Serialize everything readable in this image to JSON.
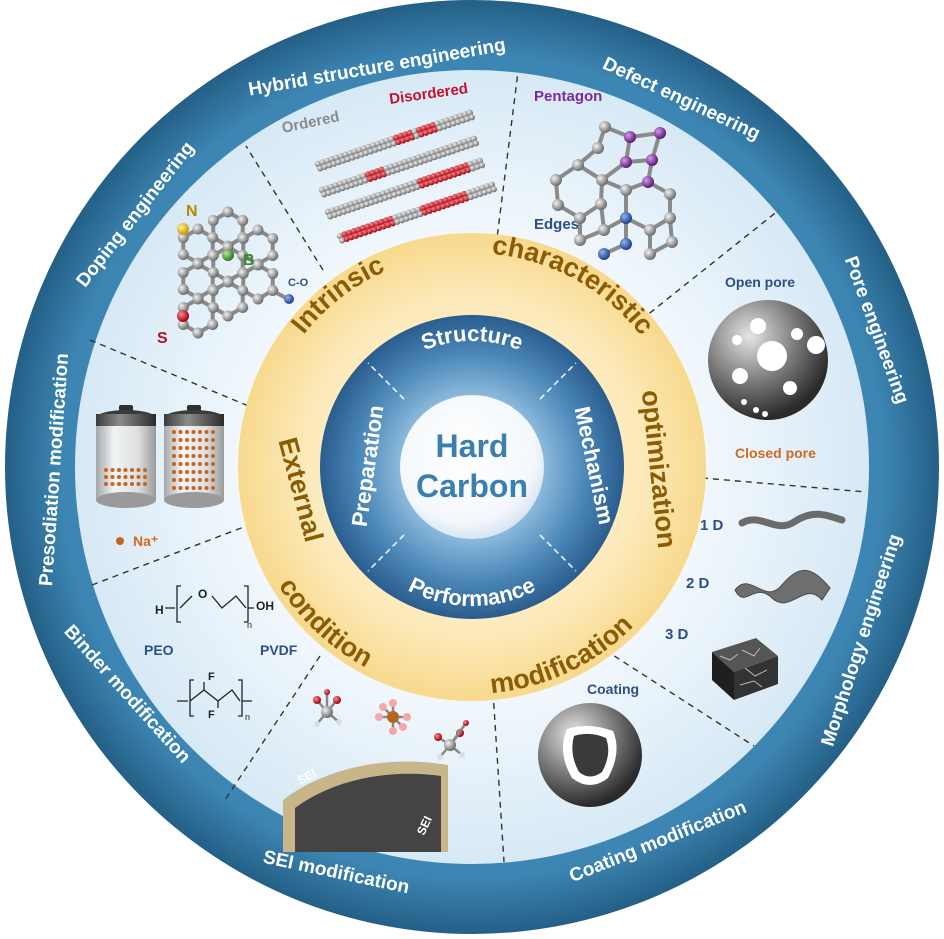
{
  "center": {
    "line1": "Hard",
    "line2": "Carbon"
  },
  "inner_ring": {
    "structure": "Structure",
    "mechanism": "Mechanism",
    "performance": "Performance",
    "preparation": "Preparation"
  },
  "middle_ring": {
    "intrinsic": "Intrinsic",
    "characteristic": "characteristic",
    "optimization": "optimization",
    "external": "External",
    "condition": "condition",
    "modification": "modification"
  },
  "outer_ring": {
    "hybrid": "Hybrid structure engineering",
    "defect": "Defect engineering",
    "pore": "Pore engineering",
    "morphology": "Morphology engineering",
    "coating": "Coating modification",
    "sei": "SEI modification",
    "binder": "Binder modification",
    "presodiation": "Presodiation modification",
    "doping": "Doping engineering"
  },
  "sectors": {
    "hybrid": {
      "ordered": "Ordered",
      "disordered": "Disordered"
    },
    "defect": {
      "pentagon": "Pentagon",
      "edges": "Edges"
    },
    "pore": {
      "open": "Open pore",
      "closed": "Closed pore"
    },
    "morphology": {
      "d1": "1 D",
      "d2": "2 D",
      "d3": "3 D"
    },
    "coating": {
      "label": "Coating"
    },
    "sei": {
      "sei1": "SEI",
      "sei2": "SEI"
    },
    "binder": {
      "peo": "PEO",
      "pvdf": "PVDF",
      "h": "H",
      "oh": "OH",
      "o": "O",
      "n": "n",
      "f": "F"
    },
    "presodiation": {
      "na": "Na⁺"
    },
    "doping": {
      "n": "N",
      "b": "B",
      "s": "S",
      "co": "C-O"
    }
  },
  "colors": {
    "outer_ring": "#2d6f98",
    "middle_ring": "#fbe3a8",
    "middle_text": "#8a5c06",
    "inner_ring": "#2f6594",
    "center_text": "#3b7fb0",
    "label_dark": "#2c4f86",
    "disordered_red": "#c8102e",
    "pentagon_purple": "#7d2a9a",
    "closed_pore_orange": "#d2691e"
  }
}
